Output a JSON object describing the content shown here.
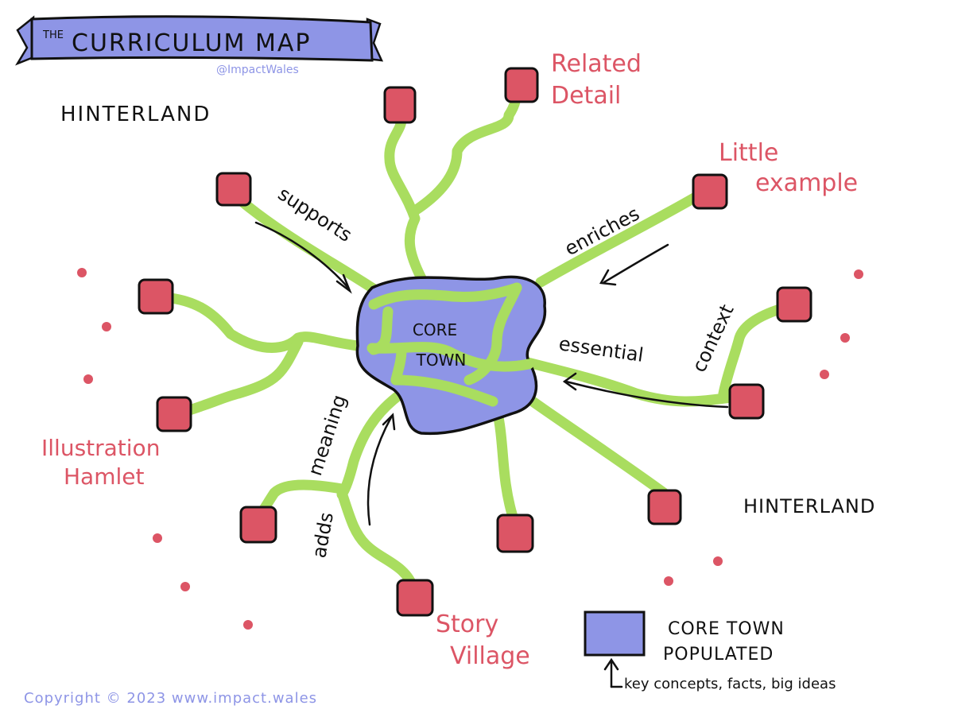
{
  "banner": {
    "prefix": "THE",
    "title": "CURRICULUM MAP",
    "handle": "@ImpactWales"
  },
  "core": {
    "line1": "CORE",
    "line2": "TOWN"
  },
  "regions": {
    "hinterland_top": "HINTERLAND",
    "hinterland_bottom": "HINTERLAND"
  },
  "places": {
    "related": [
      "Related",
      "Detail"
    ],
    "little": [
      "Little",
      "example"
    ],
    "illustration": [
      "Illustration",
      "Hamlet"
    ],
    "story": [
      "Story",
      "Village"
    ]
  },
  "connectors": {
    "supports": "supports",
    "enriches": "enriches",
    "context": "context",
    "essential": "essential",
    "meaning": "meaning",
    "adds": "adds"
  },
  "legend": {
    "line1": "CORE TOWN",
    "line2": "POPULATED",
    "caption": "key concepts, facts, big ideas"
  },
  "footer": {
    "copyright": "Copyright © 2023 www.impact.wales"
  },
  "colors": {
    "banner": "#8e95e6",
    "core": "#8e95e6",
    "roads": "#a9dd5f",
    "villages": "#dc5565",
    "labels": "#dc5565",
    "ink": "#111111",
    "footer": "#8e95e6"
  }
}
